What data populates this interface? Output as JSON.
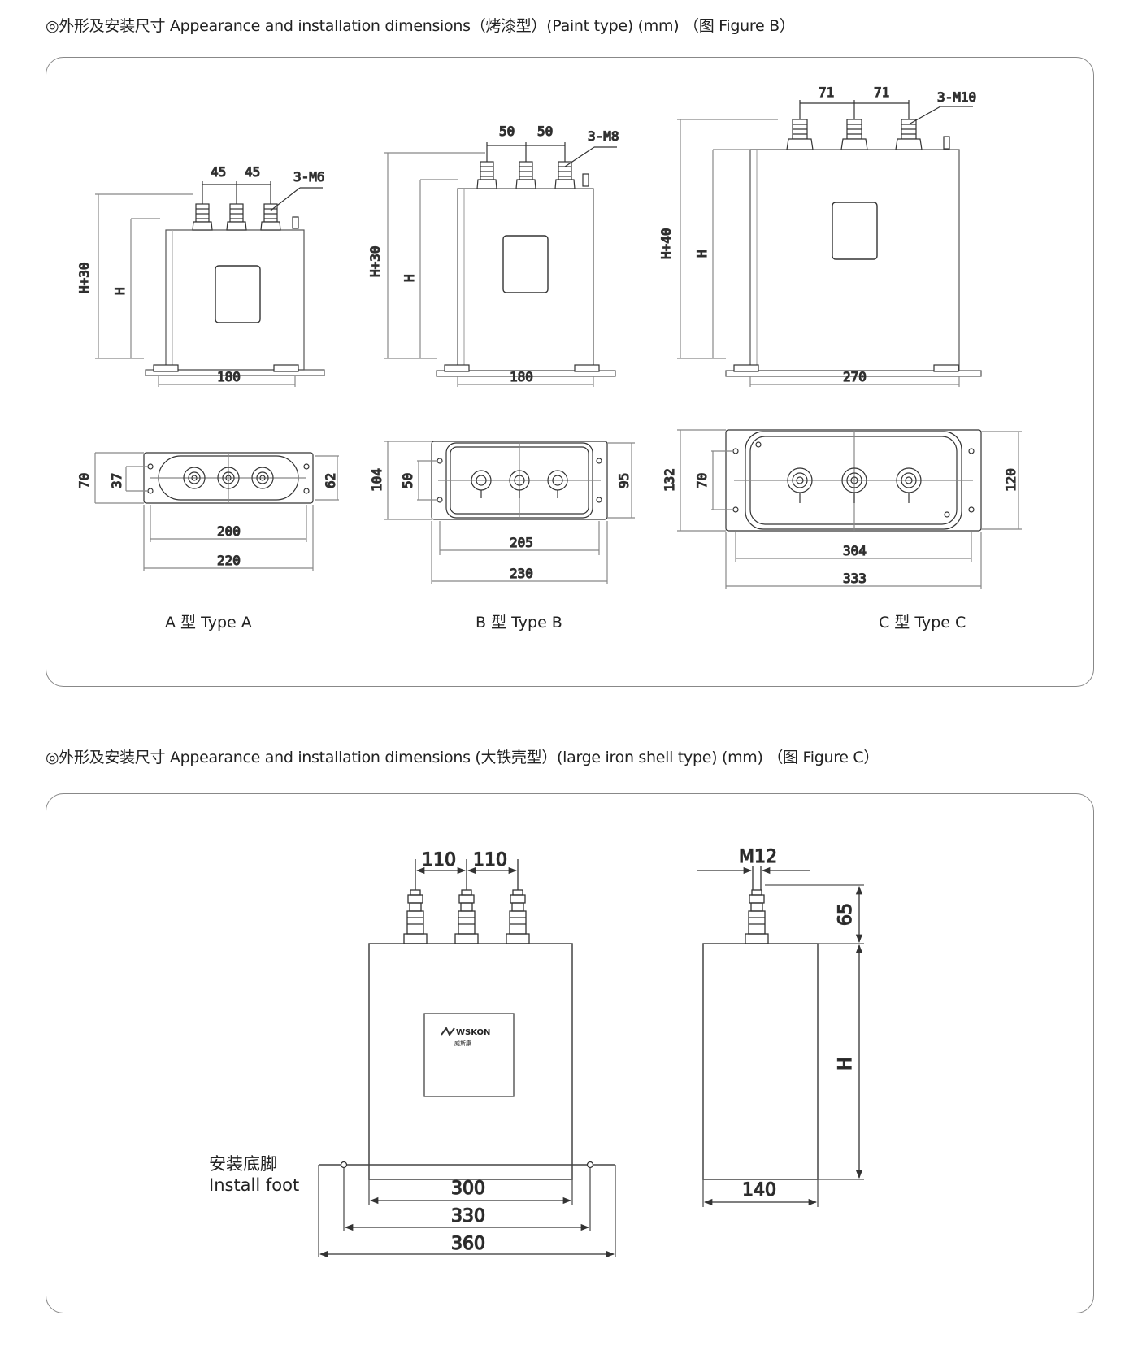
{
  "figure_b": {
    "title": "◎外形及安装尺寸 Appearance and installation dimensions（烤漆型）(Paint type) (mm) （图 Figure B）",
    "type_a": {
      "caption": "A 型 Type A",
      "pitch_1": "45",
      "pitch_2": "45",
      "terminal": "3-M6",
      "total_height": "H+30",
      "height": "H",
      "width": "180",
      "base_height": "70",
      "hole_spacing_v": "37",
      "body_depth": "62",
      "hole_spacing_h": "200",
      "base_width": "220"
    },
    "type_b": {
      "caption": "B 型 Type B",
      "pitch_1": "50",
      "pitch_2": "50",
      "terminal": "3-M8",
      "total_height": "H+30",
      "height": "H",
      "width": "180",
      "base_height": "104",
      "hole_spacing_v": "50",
      "body_depth": "95",
      "hole_spacing_h": "205",
      "base_width": "230"
    },
    "type_c": {
      "caption": "C 型 Type C",
      "pitch_1": "71",
      "pitch_2": "71",
      "terminal": "3-M10",
      "total_height": "H+40",
      "height": "H",
      "width": "270",
      "base_height": "132",
      "hole_spacing_v": "70",
      "body_depth": "120",
      "hole_spacing_h": "304",
      "base_width": "333"
    }
  },
  "figure_c": {
    "title": "◎外形及安装尺寸 Appearance and installation dimensions (大铁壳型）(large iron shell type) (mm) （图 Figure C）",
    "pitch_1": "110",
    "pitch_2": "110",
    "thread": "M12",
    "terminal_height": "65",
    "height": "H",
    "body_width": "300",
    "hole_spacing": "330",
    "foot_width": "360",
    "depth": "140",
    "foot_label_cn": "安装底脚",
    "foot_label_en": "Install foot",
    "logo_text": "WSKON",
    "logo_sub": "威斯康"
  }
}
